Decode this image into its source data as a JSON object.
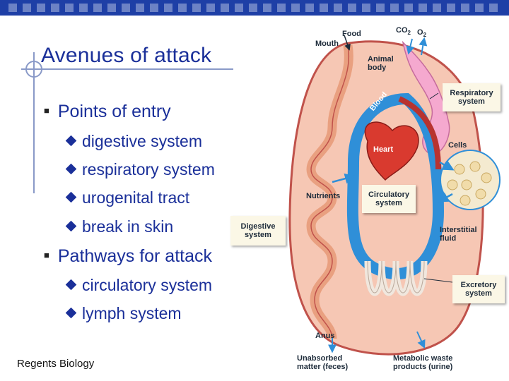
{
  "slide": {
    "title": "Avenues of attack",
    "footer": "Regents Biology"
  },
  "points": {
    "heading": "Points of entry",
    "items": [
      "digestive system",
      "respiratory system",
      "urogenital tract",
      "break in skin"
    ]
  },
  "pathways": {
    "heading": "Pathways for attack",
    "items": [
      "circulatory system",
      "lymph system"
    ]
  },
  "diagram": {
    "food": "Food",
    "mouth": "Mouth",
    "co2": "CO",
    "co2_sub": "2",
    "o2": "O",
    "o2_sub": "2",
    "animal_body_l1": "Animal",
    "animal_body_l2": "body",
    "respiratory_l1": "Respiratory",
    "respiratory_l2": "system",
    "blood": "Blood",
    "heart": "Heart",
    "cells": "Cells",
    "nutrients": "Nutrients",
    "circulatory_l1": "Circulatory",
    "circulatory_l2": "system",
    "digestive_l1": "Digestive",
    "digestive_l2": "system",
    "interstitial_l1": "Interstitial",
    "interstitial_l2": "fluid",
    "excretory_l1": "Excretory",
    "excretory_l2": "system",
    "anus": "Anus",
    "unabsorbed_l1": "Unabsorbed",
    "unabsorbed_l2": "matter (feces)",
    "metabolic_l1": "Metabolic waste",
    "metabolic_l2": "products (urine)"
  },
  "colors": {
    "title": "#1a2f99",
    "topbar": "#1e3fa6",
    "body_fill": "#f6c7b4",
    "body_outline": "#c0524b",
    "circulatory": "#2f8fd8",
    "heart": "#d93a2f",
    "arrows": "#2f8fd8"
  }
}
